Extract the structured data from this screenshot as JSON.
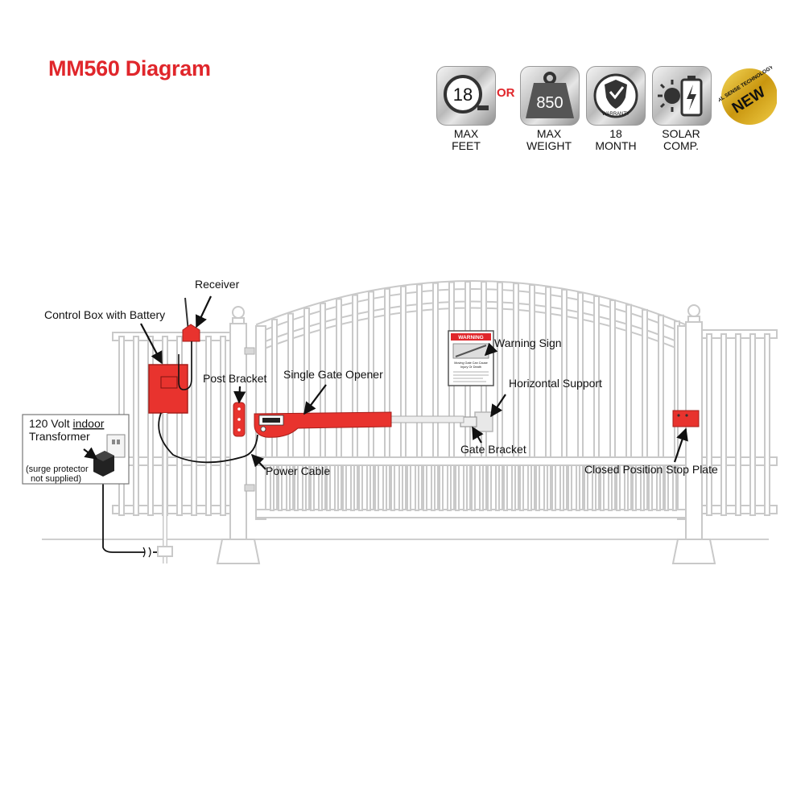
{
  "title": "MM560 Diagram",
  "badges": {
    "feet": {
      "value": "18",
      "caption_line1": "MAX",
      "caption_line2": "FEET"
    },
    "or_text": "OR",
    "weight": {
      "value": "850",
      "caption_line1": "MAX",
      "caption_line2": "WEIGHT"
    },
    "warranty": {
      "value": "WARRANTY",
      "caption_line1": "18",
      "caption_line2": "MONTH"
    },
    "solar": {
      "caption_line1": "SOLAR",
      "caption_line2": "COMP."
    },
    "new": {
      "arc_text": "DUAL SENSE TECHNOLOGY",
      "label": "NEW"
    }
  },
  "labels": {
    "receiver": "Receiver",
    "control_box": "Control Box with Battery",
    "post_bracket": "Post Bracket",
    "single_gate_opener": "Single Gate Opener",
    "warning_sign": "Warning Sign",
    "horizontal_support": "Horizontal Support",
    "gate_bracket": "Gate Bracket",
    "power_cable": "Power Cable",
    "stop_plate": "Closed Position Stop Plate",
    "transformer_line1_a": "120 Volt ",
    "transformer_line1_b": "indoor",
    "transformer_line2": "Transformer",
    "transformer_note1": "(surge protector",
    "transformer_note2": "not supplied)"
  },
  "warning_sign": {
    "header": "WARNING",
    "line1": "Moving Gate Can Cause",
    "line2": "Injury Or Death"
  },
  "colors": {
    "accent_red": "#e0262b",
    "device_red": "#e8332e",
    "fence_gray": "#d2d2d2",
    "gold": "#d6a91f"
  }
}
